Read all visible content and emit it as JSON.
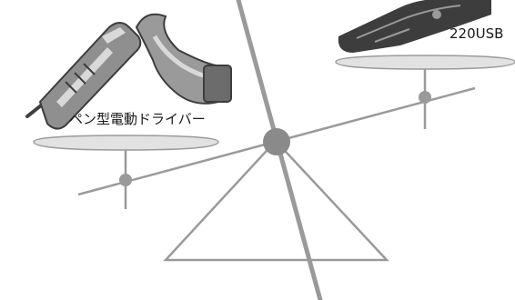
{
  "labels": {
    "left_item": "ペン型電動ドライバー",
    "right_item": "220USB"
  },
  "colors": {
    "stroke": "#9a9a9a",
    "pivot": "#8a8a8a",
    "tool_body": "#8f8f8f",
    "tool_dark": "#3d3d3d",
    "tool_light": "#d9d9d9",
    "background": "#ffffff"
  },
  "icons": {
    "left_item": "pen-type-electric-screwdriver",
    "right_item": "rotary-tool"
  }
}
